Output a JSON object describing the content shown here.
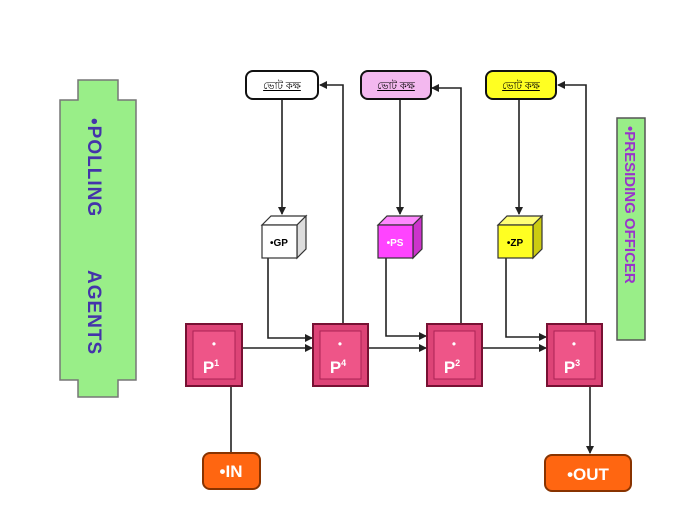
{
  "diagram": {
    "left_banner": {
      "line1": "•POLLING",
      "line2": "AGENTS",
      "fill": "#99ee88",
      "text_color": "#4433aa"
    },
    "right_banner": {
      "label": "•PRESIDING OFFICER",
      "fill": "#99ee88",
      "text_color": "#9933cc"
    },
    "ballot_boxes": [
      {
        "id": "vote-box-1",
        "label": "ভোট কক্ষ",
        "fill": "#ffffff"
      },
      {
        "id": "vote-box-2",
        "label": "ভোট কক্ষ",
        "fill": "#f3b8ef"
      },
      {
        "id": "vote-box-3",
        "label": "ভোট কক্ষ",
        "fill": "#ffff22"
      }
    ],
    "cubes": [
      {
        "label": "•GP",
        "fill": "#ffffff",
        "text_color": "#000000"
      },
      {
        "label": "•PS",
        "fill": "#ff44ff",
        "text_color": "#ffffff"
      },
      {
        "label": "•ZP",
        "fill": "#ffff22",
        "text_color": "#000000"
      }
    ],
    "officers": [
      {
        "label": "P",
        "sup": "1",
        "dot": "•"
      },
      {
        "label": "P",
        "sup": "4",
        "dot": "•"
      },
      {
        "label": "P",
        "sup": "2",
        "dot": "•"
      },
      {
        "label": "P",
        "sup": "3",
        "dot": "•"
      }
    ],
    "entry": {
      "label": "•IN",
      "fill": "#ff6611"
    },
    "exit": {
      "label": "•OUT",
      "fill": "#ff6611"
    },
    "colors": {
      "officer_fill": "#dd4477",
      "officer_inner": "#ee5588",
      "arrow": "#222222"
    }
  }
}
